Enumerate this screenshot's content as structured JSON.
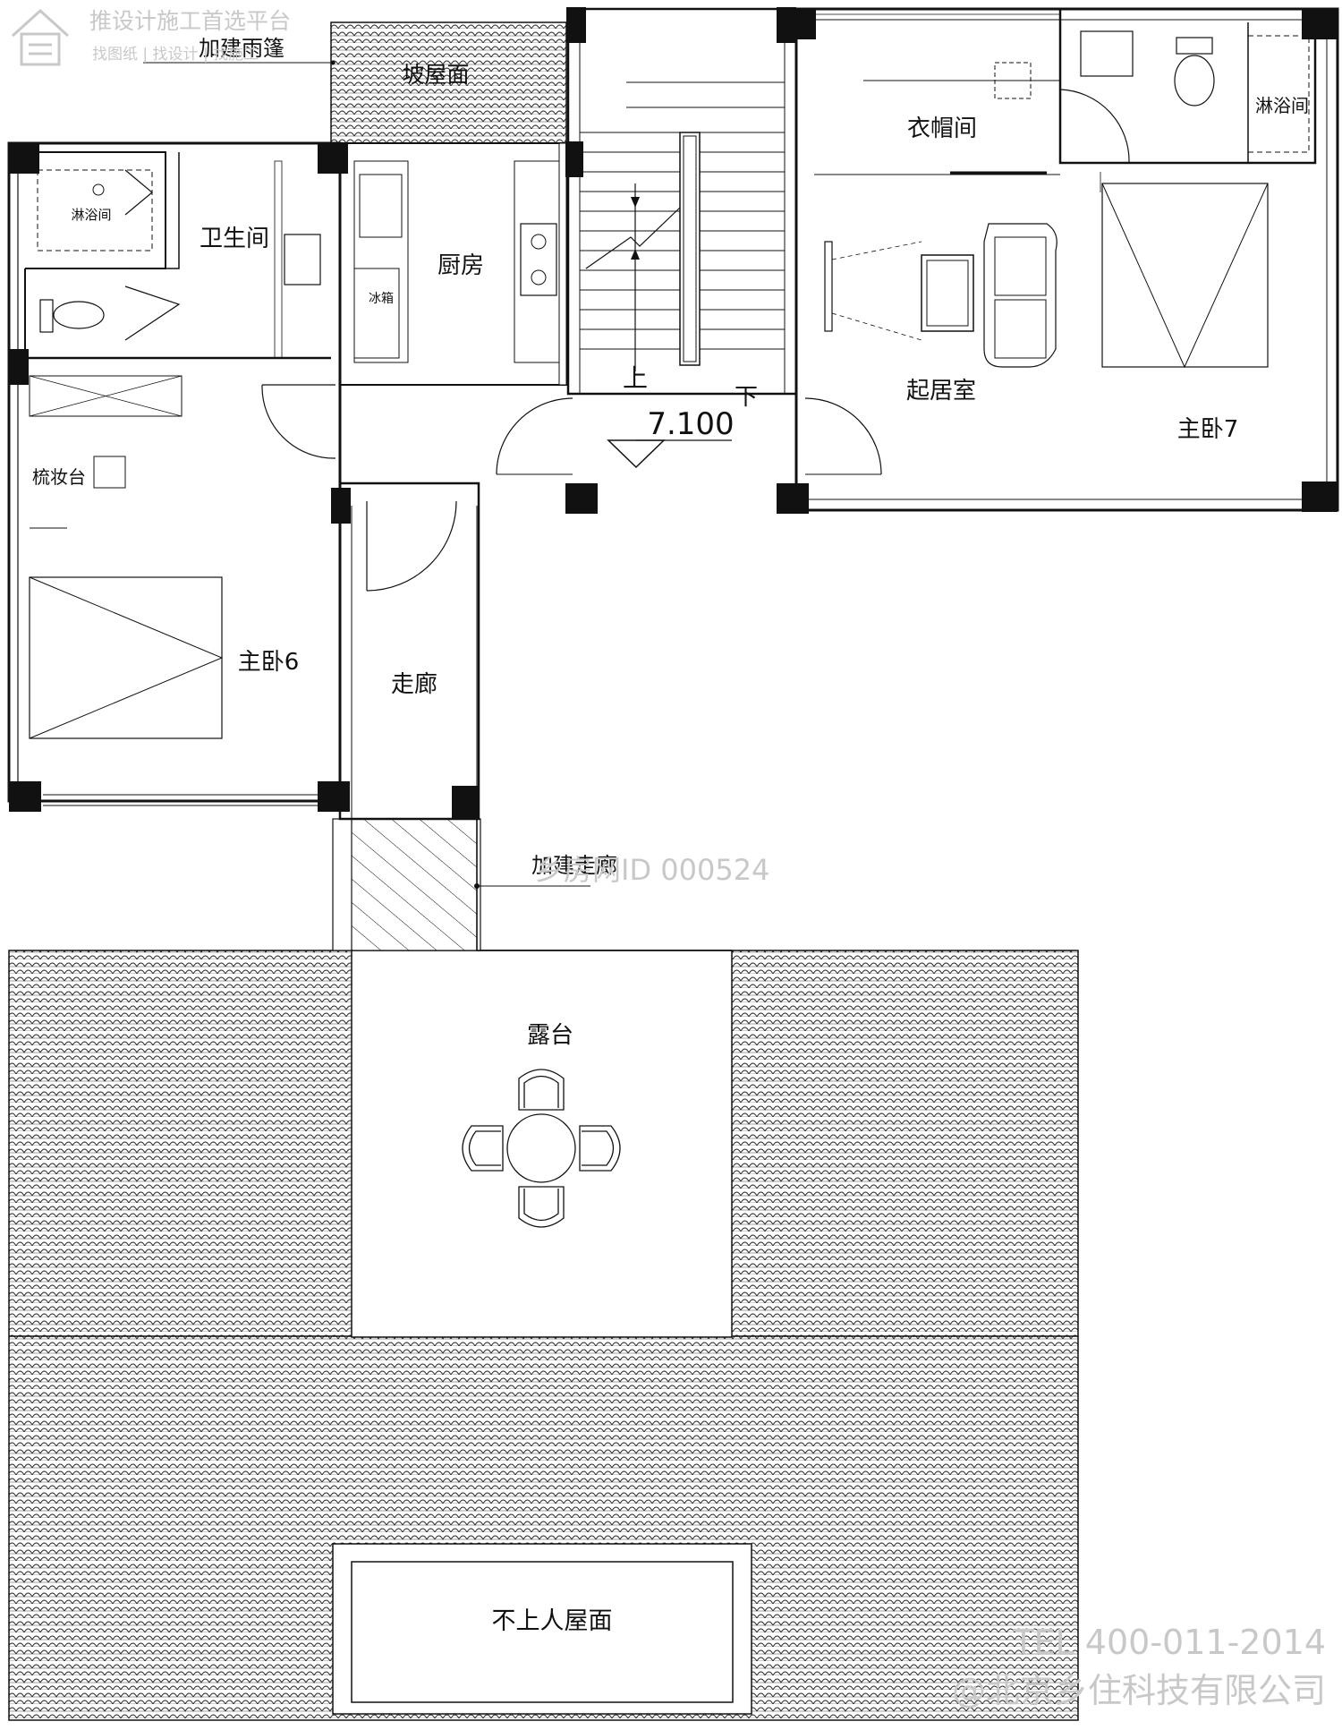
{
  "rooms": {
    "shower_left": "淋浴间",
    "bathroom": "卫生间",
    "kitchen": "厨房",
    "fridge": "冰箱",
    "slope_roof": "坡屋面",
    "canopy": "加建雨篷",
    "vanity": "梳妆台",
    "master6": "主卧6",
    "corridor": "走廊",
    "added_corridor": "加建走廊",
    "wardrobe": "衣帽间",
    "shower_right": "淋浴间",
    "living": "起居室",
    "master7": "主卧7",
    "terrace": "露台",
    "roof": "不上人屋面"
  },
  "stairs": {
    "up": "上",
    "down": "下",
    "elevation": "7.100"
  },
  "watermarks": {
    "top_title": "推设计施工首选平台",
    "top_sub": "找图纸 | 找设计 | 找施工",
    "id": "乡房网ID 000524",
    "tel": "TEL 400-011-2014",
    "company": "@北京乡住科技有限公司"
  }
}
